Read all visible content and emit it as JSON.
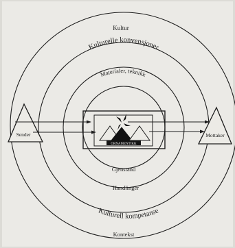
{
  "diagram": {
    "labels": {
      "kultur": "Kultur",
      "kulturelle_konvensjoner": "Kulturelle konvensjoner",
      "materialer_teknikk": "Materialer, teknikk",
      "gjenstand": "Gjenstand",
      "handlinger": "Handlinger",
      "kulturell_kompetanse": "Kulturell kompetanse",
      "kontekst": "Kontekst",
      "sender": "Sender",
      "mottaker": "Mottaker",
      "ornamentikk": "ORNAMENTIKK"
    },
    "colors": {
      "paper": "#e8e7e2",
      "ink": "#1e1e1e"
    }
  }
}
